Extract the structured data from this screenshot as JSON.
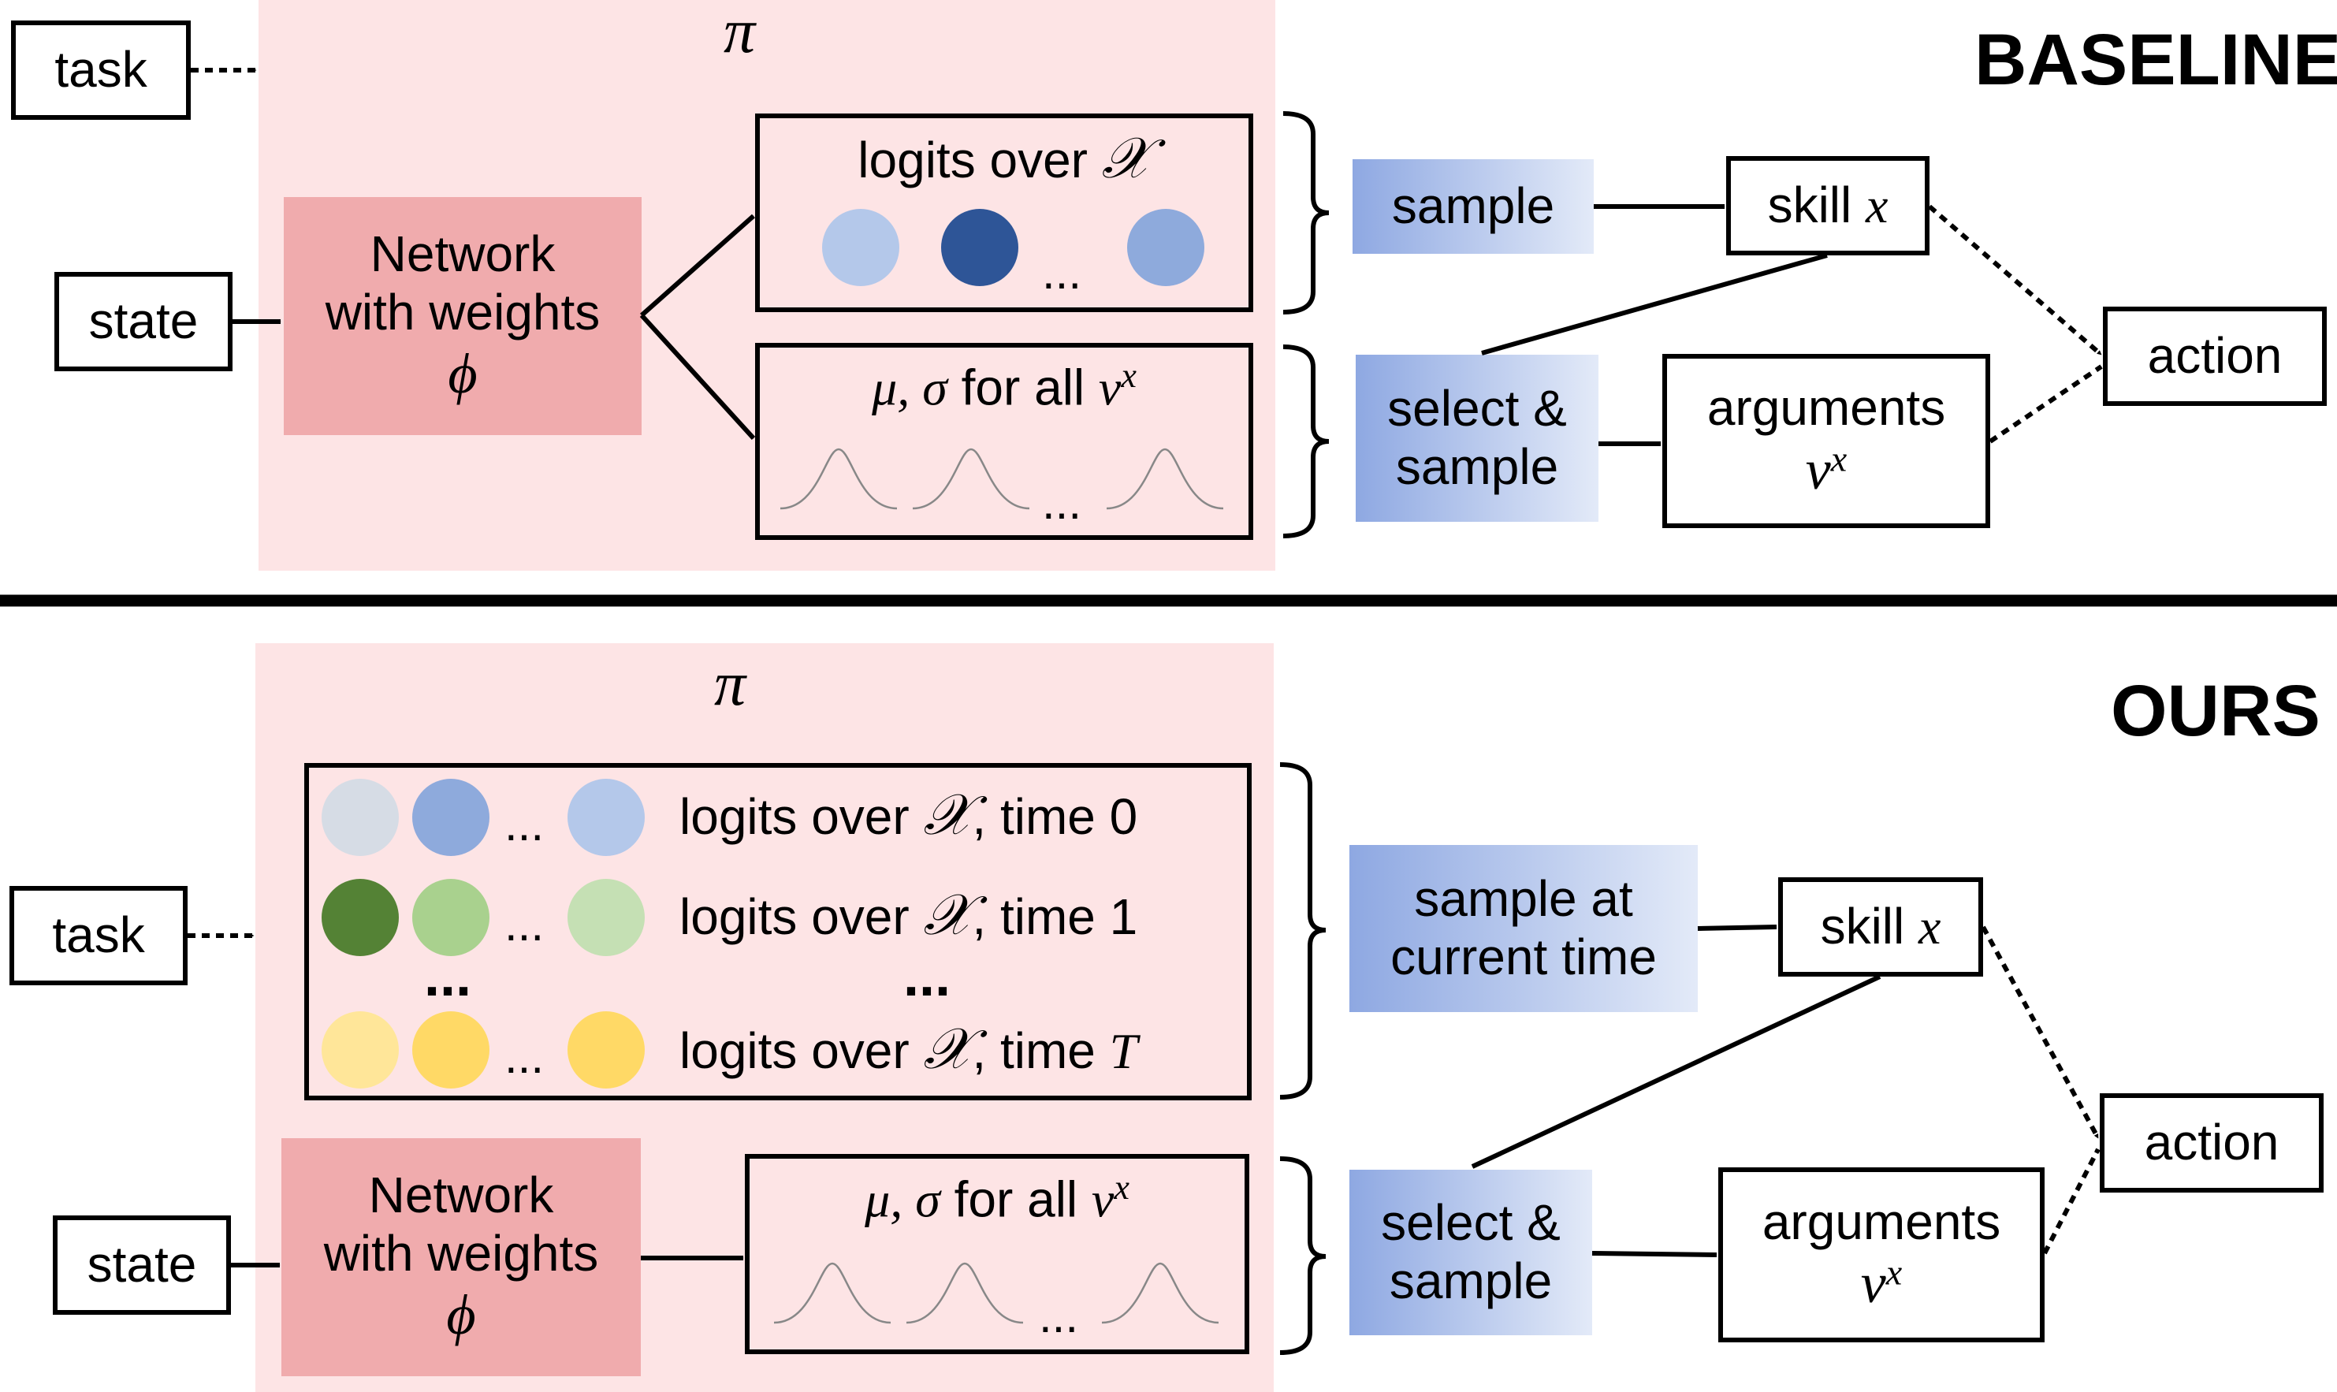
{
  "baseline": {
    "section_title": "BASELINE",
    "policy_symbol": "π",
    "task_label": "task",
    "state_label": "state",
    "network": {
      "line1": "Network",
      "line2": "with weights",
      "symbol": "ϕ"
    },
    "logits_box": {
      "label": "logits over ",
      "set_symbol": "𝒳",
      "ellipsis": "...",
      "dot_colors": [
        "#b4c8ea",
        "#2e5597",
        "#8eaadc"
      ]
    },
    "params_box": {
      "prefix": "μ, σ",
      "label": " for all ",
      "var": "v",
      "sup": "x",
      "ellipsis": "..."
    },
    "sample_label": "sample",
    "skill": {
      "label": "skill ",
      "var": "x"
    },
    "select_sample": {
      "line1": "select &",
      "line2": "sample"
    },
    "arguments": {
      "label": "arguments",
      "var": "v",
      "sup": "x"
    },
    "action_label": "action"
  },
  "ours": {
    "section_title": "OURS",
    "policy_symbol": "π",
    "task_label": "task",
    "state_label": "state",
    "network": {
      "line1": "Network",
      "line2": "with weights",
      "symbol": "ϕ"
    },
    "logits_rows": [
      {
        "prefix": "logits over ",
        "set_symbol": "𝒳",
        "time_label": ", time ",
        "time_value": "0",
        "time_is_var": false,
        "ellipsis": "...",
        "dot_colors": [
          "#d6dce5",
          "#8eaadc",
          "#b4c8ea"
        ]
      },
      {
        "prefix": "logits over ",
        "set_symbol": "𝒳",
        "time_label": ", time ",
        "time_value": "1",
        "time_is_var": false,
        "ellipsis": "...",
        "dot_colors": [
          "#548235",
          "#a9d18e",
          "#c5e0b4"
        ]
      },
      {
        "prefix": "logits over ",
        "set_symbol": "𝒳",
        "time_label": ", time ",
        "time_value": "T",
        "time_is_var": true,
        "ellipsis": "...",
        "dot_colors": [
          "#ffe699",
          "#ffd966",
          "#ffd966"
        ]
      }
    ],
    "rows_ellipsis_left": "...",
    "rows_ellipsis_right": "...",
    "params_box": {
      "prefix": "μ, σ",
      "label": " for all ",
      "var": "v",
      "sup": "x",
      "ellipsis": "..."
    },
    "sample_at_time": {
      "line1": "sample at",
      "line2": "current time"
    },
    "skill": {
      "label": "skill ",
      "var": "x"
    },
    "select_sample": {
      "line1": "select &",
      "line2": "sample"
    },
    "arguments": {
      "label": "arguments",
      "var": "v",
      "sup": "x"
    },
    "action_label": "action"
  },
  "colors": {
    "policy_bg": "#fde4e5",
    "network_bg": "#f0abad",
    "blue_gradient_from": "#8ea8e2",
    "blue_gradient_to": "#e3eaf8",
    "line": "#000000"
  }
}
